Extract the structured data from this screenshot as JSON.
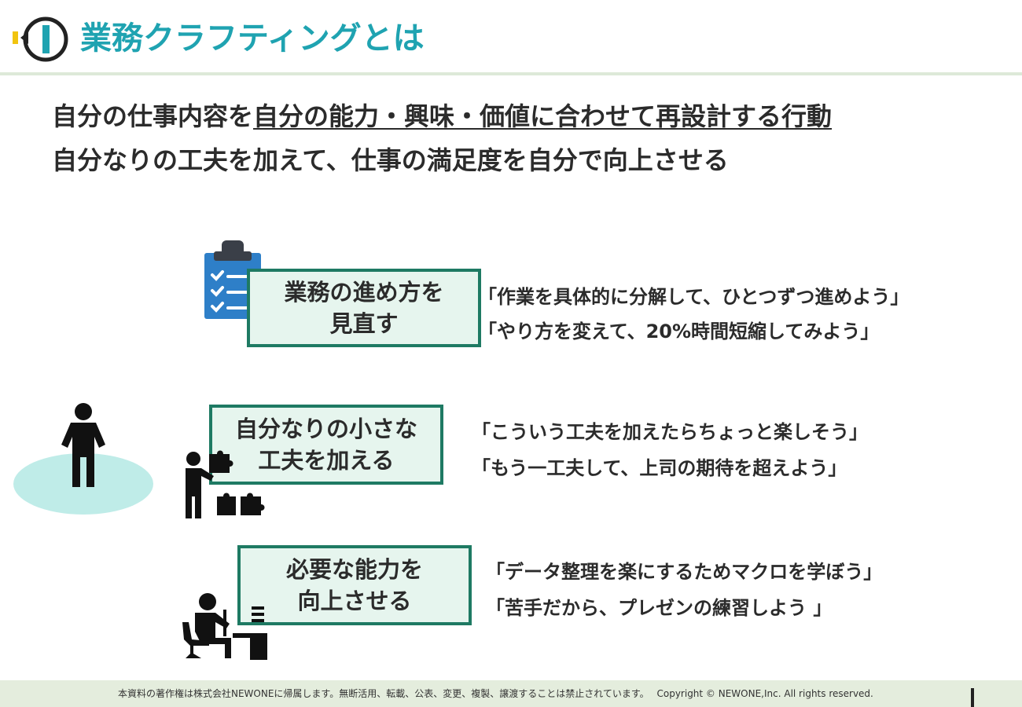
{
  "header": {
    "title": "業務クラフティングとは"
  },
  "definition": {
    "line1_prefix": "自分の仕事内容を",
    "line1_underlined": "自分の能力・興味・価値",
    "line1_mid": "に",
    "line1_underlined2": "合わせて再設計する行動",
    "line2": "自分なりの工夫を加えて、仕事の満足度を自分で向上させる"
  },
  "items": [
    {
      "box_lines": [
        "業務の進め方を",
        "見直す"
      ],
      "quotes": [
        "「作業を具体的に分解して、ひとつずつ進めよう」",
        "「やり方を変えて、20%時間短縮してみよう」"
      ]
    },
    {
      "box_lines": [
        "自分なりの小さな",
        "工夫を加える"
      ],
      "quotes": [
        "「こういう工夫を加えたらちょっと楽しそう」",
        "「もう一工夫して、上司の期待を超えよう」"
      ]
    },
    {
      "box_lines": [
        "必要な能力を",
        "向上させる"
      ],
      "quotes": [
        "「データ整理を楽にするためマクロを学ぼう」",
        "「苦手だから、プレゼンの練習しよう 」"
      ]
    }
  ],
  "footer": {
    "text": "本資料の著作権は株式会社NEWONEに帰属します。無断活用、転載、公表、変更、複製、譲渡することは禁止されています。　 Copyright © NEWONE,Inc.  All rights reserved."
  },
  "colors": {
    "title": "#1fa3b1",
    "box_border": "#1e7a63",
    "box_fill": "#e6f5ee",
    "clipboard": "#2e7fc8",
    "ellipse": "#bfece8",
    "footer_bg": "#e4eddd",
    "logo_accent": "#f1c40f"
  },
  "icons": [
    "logo-mark",
    "clipboard-checklist-icon",
    "standing-person-icon",
    "puzzle-person-icon",
    "desk-worker-icon"
  ]
}
